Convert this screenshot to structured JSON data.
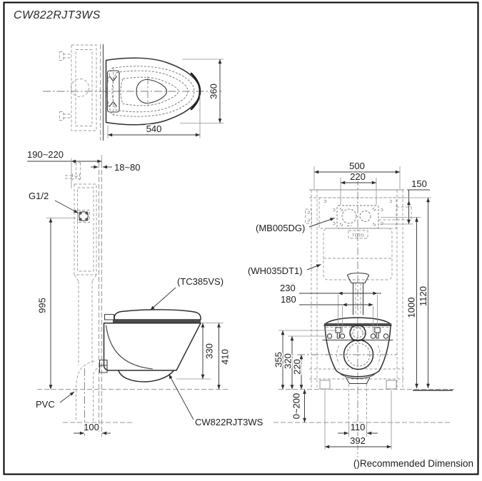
{
  "drawing": {
    "title": "CW822RJT3WS",
    "footnote": "()Recommended Dimension"
  },
  "top_view": {
    "dim_width": "540",
    "dim_depth": "360"
  },
  "side_view": {
    "dim_frame_depth": "190~220",
    "dim_wall_finish": "18~80",
    "label_water_inlet": "G1/2",
    "dim_inlet_height": "995",
    "label_drain_pipe": "PVC",
    "dim_wall_to_drain": "100",
    "dim_bowl_height": "330",
    "dim_rim_height": "410",
    "label_seat_model": "(TC385VS)",
    "label_bowl_model": "CW822RJT3WS"
  },
  "front_view": {
    "dim_frame_width": "500",
    "dim_plate_width": "220",
    "dim_plate_offset": "150",
    "dim_supply_span": "230",
    "dim_bolt_span": "180",
    "dim_plate_height": "1000",
    "dim_frame_height": "1120",
    "dim_bolt_height": "355",
    "dim_hole_height": "320",
    "dim_drain_height": "220",
    "dim_floor_adjust": "0~200",
    "dim_drain_pipe_width": "110",
    "dim_leg_span": "392",
    "label_flush_plate": "(MB005DG)",
    "label_carrier_frame": "(WH035DT1)",
    "label_logo": "TOTO"
  }
}
